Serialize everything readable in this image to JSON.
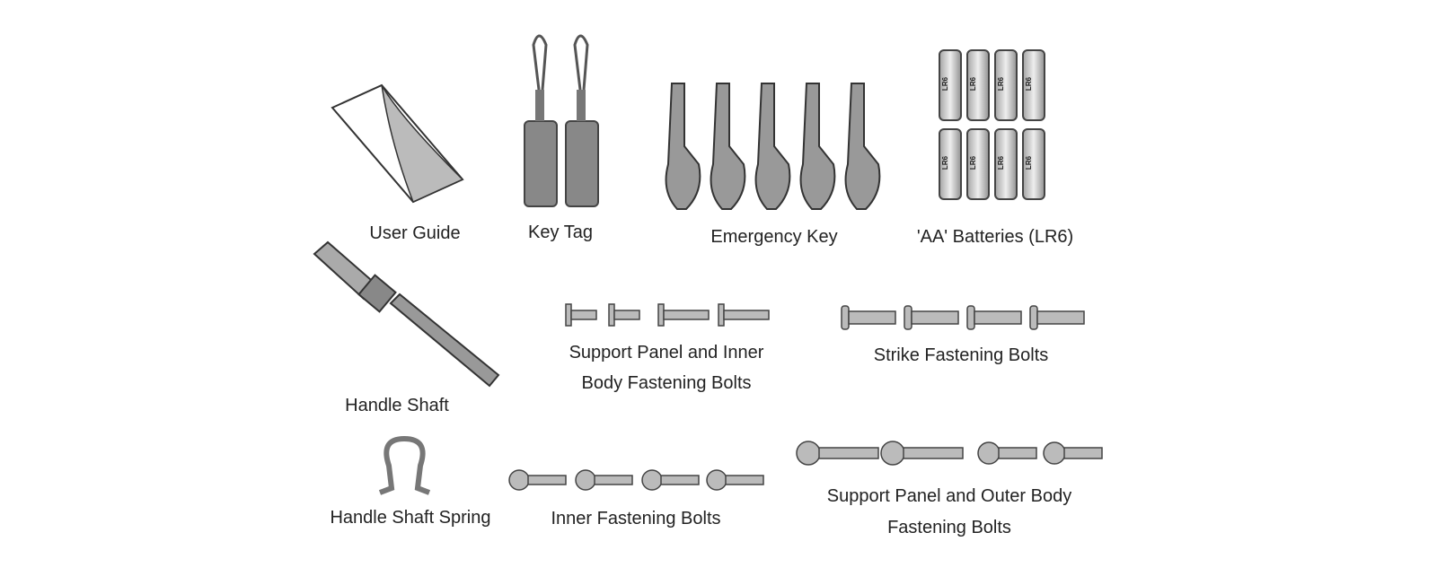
{
  "items": {
    "user_guide": "User Guide",
    "key_tag": "Key Tag",
    "emergency_key": "Emergency Key",
    "batteries": "'AA' Batteries (LR6)",
    "battery_mark": "LR6",
    "handle_shaft": "Handle Shaft",
    "support_inner_1": "Support Panel and Inner",
    "support_inner_2": "Body Fastening Bolts",
    "strike_bolts": "Strike Fastening Bolts",
    "handle_spring": "Handle Shaft Spring",
    "inner_bolts": "Inner Fastening Bolts",
    "support_outer_1": "Support Panel and Outer Body",
    "support_outer_2": "Fastening Bolts"
  },
  "counts": {
    "key_tags": 2,
    "emergency_keys": 5,
    "batteries": 8,
    "support_inner_bolts": 4,
    "strike_bolts": 4,
    "inner_bolts": 4,
    "support_outer_bolts": 4
  }
}
